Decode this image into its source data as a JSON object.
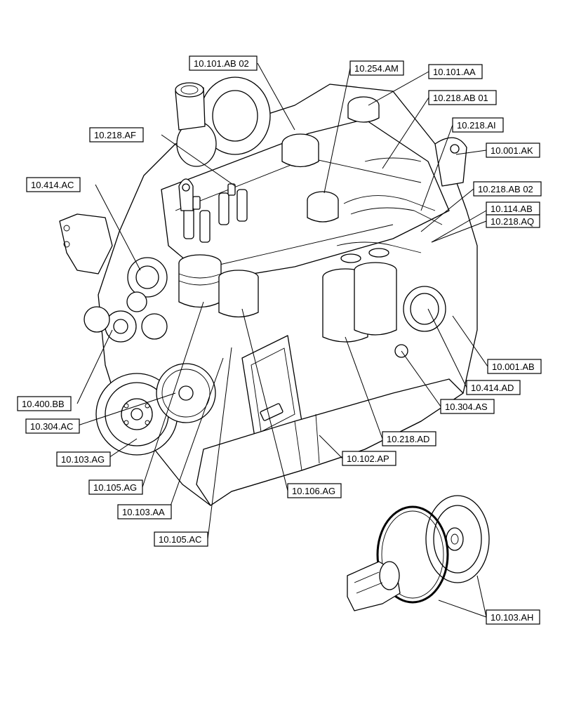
{
  "callouts": [
    {
      "id": "c1",
      "label": "10.101.AB 02"
    },
    {
      "id": "c2",
      "label": "10.254.AM"
    },
    {
      "id": "c3",
      "label": "10.101.AA"
    },
    {
      "id": "c4",
      "label": "10.218.AB 01"
    },
    {
      "id": "c5",
      "label": "10.218.AF"
    },
    {
      "id": "c6",
      "label": "10.218.AI"
    },
    {
      "id": "c7",
      "label": "10.001.AK"
    },
    {
      "id": "c8",
      "label": "10.414.AC"
    },
    {
      "id": "c9",
      "label": "10.218.AB 02"
    },
    {
      "id": "c10",
      "label": "10.114.AB"
    },
    {
      "id": "c11",
      "label": "10.218.AQ"
    },
    {
      "id": "c12",
      "label": "10.001.AB"
    },
    {
      "id": "c13",
      "label": "10.414.AD"
    },
    {
      "id": "c14",
      "label": "10.400.BB"
    },
    {
      "id": "c15",
      "label": "10.304.AS"
    },
    {
      "id": "c16",
      "label": "10.304.AC"
    },
    {
      "id": "c17",
      "label": "10.218.AD"
    },
    {
      "id": "c18",
      "label": "10.103.AG"
    },
    {
      "id": "c19",
      "label": "10.102.AP"
    },
    {
      "id": "c20",
      "label": "10.105.AG"
    },
    {
      "id": "c21",
      "label": "10.106.AG"
    },
    {
      "id": "c22",
      "label": "10.103.AA"
    },
    {
      "id": "c23",
      "label": "10.105.AC"
    },
    {
      "id": "c24",
      "label": "10.103.AH"
    }
  ]
}
